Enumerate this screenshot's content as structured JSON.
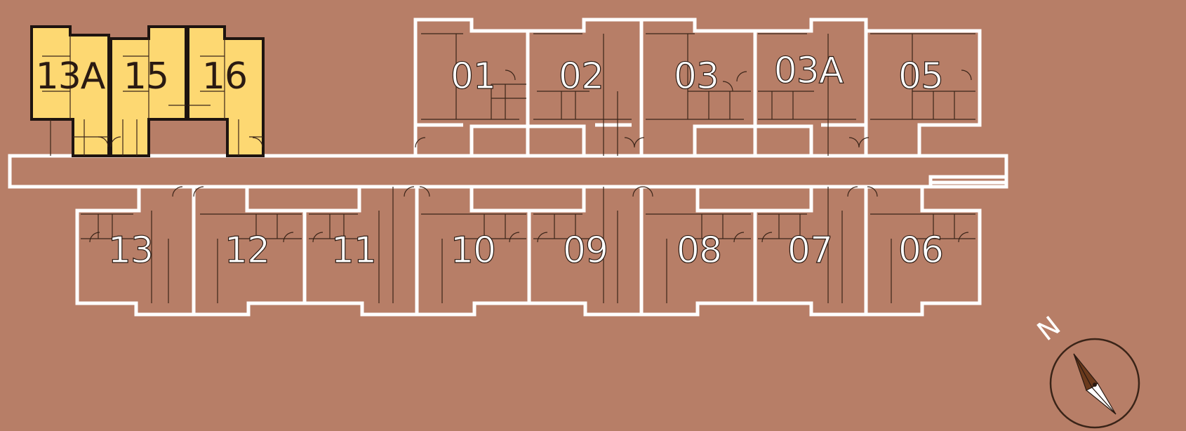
{
  "colors": {
    "background": "#b77e67",
    "wall": "#ffffff",
    "detail": "#3a2418",
    "selected_fill": "#fdd872",
    "selected_outline": "#1e1410",
    "compass_arrow": "#6b3a1c"
  },
  "selected_units": [
    "13A",
    "15",
    "16"
  ],
  "units_north": [
    {
      "label": "13A",
      "selected": true
    },
    {
      "label": "15",
      "selected": true
    },
    {
      "label": "16",
      "selected": true
    },
    {
      "label": "01",
      "selected": false
    },
    {
      "label": "02",
      "selected": false
    },
    {
      "label": "03",
      "selected": false
    },
    {
      "label": "03A",
      "selected": false
    },
    {
      "label": "05",
      "selected": false
    }
  ],
  "units_south": [
    {
      "label": "13",
      "selected": false
    },
    {
      "label": "12",
      "selected": false
    },
    {
      "label": "11",
      "selected": false
    },
    {
      "label": "10",
      "selected": false
    },
    {
      "label": "09",
      "selected": false
    },
    {
      "label": "08",
      "selected": false
    },
    {
      "label": "07",
      "selected": false
    },
    {
      "label": "06",
      "selected": false
    }
  ],
  "compass": {
    "letter": "N",
    "icon": "compass-arrow-icon"
  }
}
